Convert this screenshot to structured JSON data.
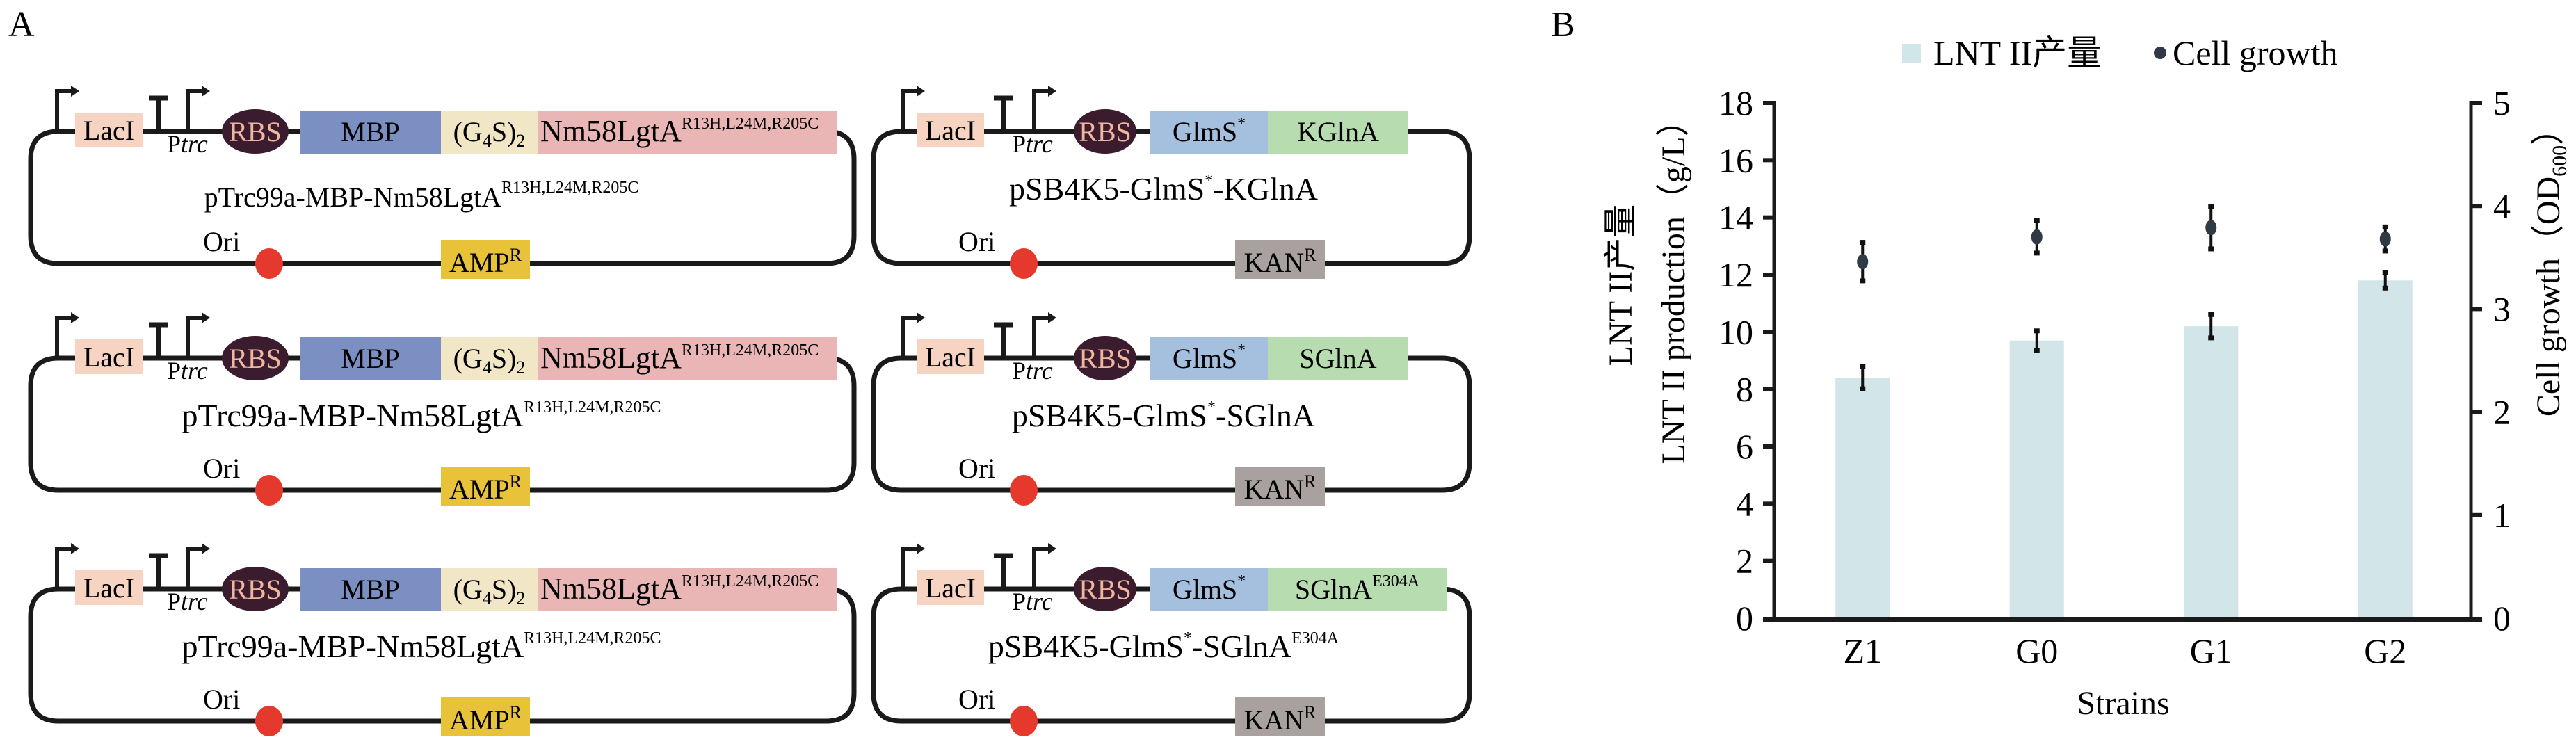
{
  "panel_a": {
    "label": "A",
    "colors": {
      "lacI": "#f7d3c2",
      "rbs_fill": "#3b1c2e",
      "rbs_text": "#f1b79e",
      "mbp": "#7b8fc2",
      "linker": "#f1e6c6",
      "lgta": "#e9b5b5",
      "glms": "#a5bfdf",
      "glna": "#b7dcb0",
      "amp": "#e8c33a",
      "kan": "#a8a19f",
      "ori": "#e6392d",
      "backbone": "#1a1a1a"
    },
    "plasmids": [
      {
        "type": "pTrc",
        "lacI": "LacI",
        "promoter": "Ptrc",
        "promoter_prefix": "P",
        "promoter_italic": "trc",
        "rbs": "RBS",
        "genes": [
          {
            "id": "mbp",
            "label": "MBP",
            "sup": ""
          },
          {
            "id": "linker",
            "label": "(G4S)2",
            "sup": ""
          },
          {
            "id": "lgta",
            "label": "Nm58LgtA",
            "sup": "R13H,L24M,R205C"
          }
        ],
        "name": "pTrc99a-MBP-Nm58LgtA",
        "name_sup": "R13H,L24M,R205C",
        "ori": "Ori",
        "marker": "AMP",
        "marker_sup": "R"
      },
      {
        "type": "pSB",
        "lacI": "LacI",
        "promoter": "Ptrc",
        "promoter_prefix": "P",
        "promoter_italic": "trc",
        "rbs": "RBS",
        "genes": [
          {
            "id": "glms",
            "label": "GlmS",
            "sup": "*"
          },
          {
            "id": "glna",
            "label": "KGlnA",
            "sup": ""
          }
        ],
        "name": "pSB4K5-GlmS",
        "name_sup": "*",
        "name_suffix": "-KGlnA",
        "name_suffix_sup": "",
        "ori": "Ori",
        "marker": "KAN",
        "marker_sup": "R"
      },
      {
        "type": "pTrc",
        "lacI": "LacI",
        "promoter": "Ptrc",
        "promoter_prefix": "P",
        "promoter_italic": "trc",
        "rbs": "RBS",
        "genes": [
          {
            "id": "mbp",
            "label": "MBP",
            "sup": ""
          },
          {
            "id": "linker",
            "label": "(G4S)2",
            "sup": ""
          },
          {
            "id": "lgta",
            "label": "Nm58LgtA",
            "sup": "R13H,L24M,R205C"
          }
        ],
        "name": "pTrc99a-MBP-Nm58LgtA",
        "name_sup": "R13H,L24M,R205C",
        "ori": "Ori",
        "marker": "AMP",
        "marker_sup": "R"
      },
      {
        "type": "pSB",
        "lacI": "LacI",
        "promoter": "Ptrc",
        "promoter_prefix": "P",
        "promoter_italic": "trc",
        "rbs": "RBS",
        "genes": [
          {
            "id": "glms",
            "label": "GlmS",
            "sup": "*"
          },
          {
            "id": "glna",
            "label": "SGlnA",
            "sup": ""
          }
        ],
        "name": "pSB4K5-GlmS",
        "name_sup": "*",
        "name_suffix": "-SGlnA",
        "name_suffix_sup": "",
        "ori": "Ori",
        "marker": "KAN",
        "marker_sup": "R"
      },
      {
        "type": "pTrc",
        "lacI": "LacI",
        "promoter": "Ptrc",
        "promoter_prefix": "P",
        "promoter_italic": "trc",
        "rbs": "RBS",
        "genes": [
          {
            "id": "mbp",
            "label": "MBP",
            "sup": ""
          },
          {
            "id": "linker",
            "label": "(G4S)2",
            "sup": ""
          },
          {
            "id": "lgta",
            "label": "Nm58LgtA",
            "sup": "R13H,L24M,R205C"
          }
        ],
        "name": "pTrc99a-MBP-Nm58LgtA",
        "name_sup": "R13H,L24M,R205C",
        "ori": "Ori",
        "marker": "AMP",
        "marker_sup": "R"
      },
      {
        "type": "pSB",
        "lacI": "LacI",
        "promoter": "Ptrc",
        "promoter_prefix": "P",
        "promoter_italic": "trc",
        "rbs": "RBS",
        "genes": [
          {
            "id": "glms",
            "label": "GlmS",
            "sup": "*"
          },
          {
            "id": "glna",
            "label": "SGlnA",
            "sup": "E304A"
          }
        ],
        "name": "pSB4K5-GlmS",
        "name_sup": "*",
        "name_suffix": "-SGlnA",
        "name_suffix_sup": "E304A",
        "ori": "Ori",
        "marker": "KAN",
        "marker_sup": "R"
      }
    ]
  },
  "panel_b": {
    "label": "B",
    "bar_color": "#d2e6ea",
    "point_color": "#2f3a44",
    "axis_color": "#1a1a1a"
  },
  "chart_data": {
    "type": "bar",
    "title": "",
    "categories": [
      "Z1",
      "G0",
      "G1",
      "G2"
    ],
    "xlabel": "Strains",
    "ylabel": "LNT II产量\nLNT II production（g/L）",
    "ylabel_lines": [
      "LNT II产量",
      "LNT II production（g/L）"
    ],
    "y2label": "Cell growth（OD600）",
    "y2label_main": "Cell growth（OD",
    "y2label_sub": "600",
    "y2label_end": "）",
    "ylim": [
      0,
      18
    ],
    "yticks": [
      0,
      2,
      4,
      6,
      8,
      10,
      12,
      14,
      16,
      18
    ],
    "y2lim": [
      0,
      5
    ],
    "y2ticks": [
      0,
      1,
      2,
      3,
      4,
      5
    ],
    "grid": false,
    "legend_position": "top-center",
    "series": [
      {
        "name": "LNT II产量",
        "type": "bar",
        "axis": "left",
        "values": [
          8.4,
          9.7,
          10.2,
          11.8
        ],
        "errors": [
          0.4,
          0.35,
          0.42,
          0.28
        ]
      },
      {
        "name": "Cell growth",
        "type": "scatter",
        "axis": "right",
        "values": [
          3.46,
          3.7,
          3.79,
          3.68
        ],
        "errors": [
          0.19,
          0.16,
          0.21,
          0.12
        ]
      }
    ]
  }
}
